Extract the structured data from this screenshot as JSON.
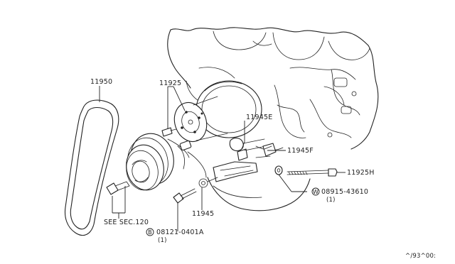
{
  "callouts": {
    "belt": "11950",
    "pump_pulley": "11925",
    "bracket_upper": "11945E",
    "bracket_right": "11945F",
    "long_bolt": "11925H",
    "washer_part": "08915-43610",
    "washer_qty": "(1)",
    "washer_symbol": "W",
    "lower_bracket": "11945",
    "bolt_part": "08121-0401A",
    "bolt_qty": "(1)",
    "bolt_symbol": "B",
    "see_section": "SEE SEC.120"
  },
  "footer": {
    "code": "^/93^00:"
  }
}
